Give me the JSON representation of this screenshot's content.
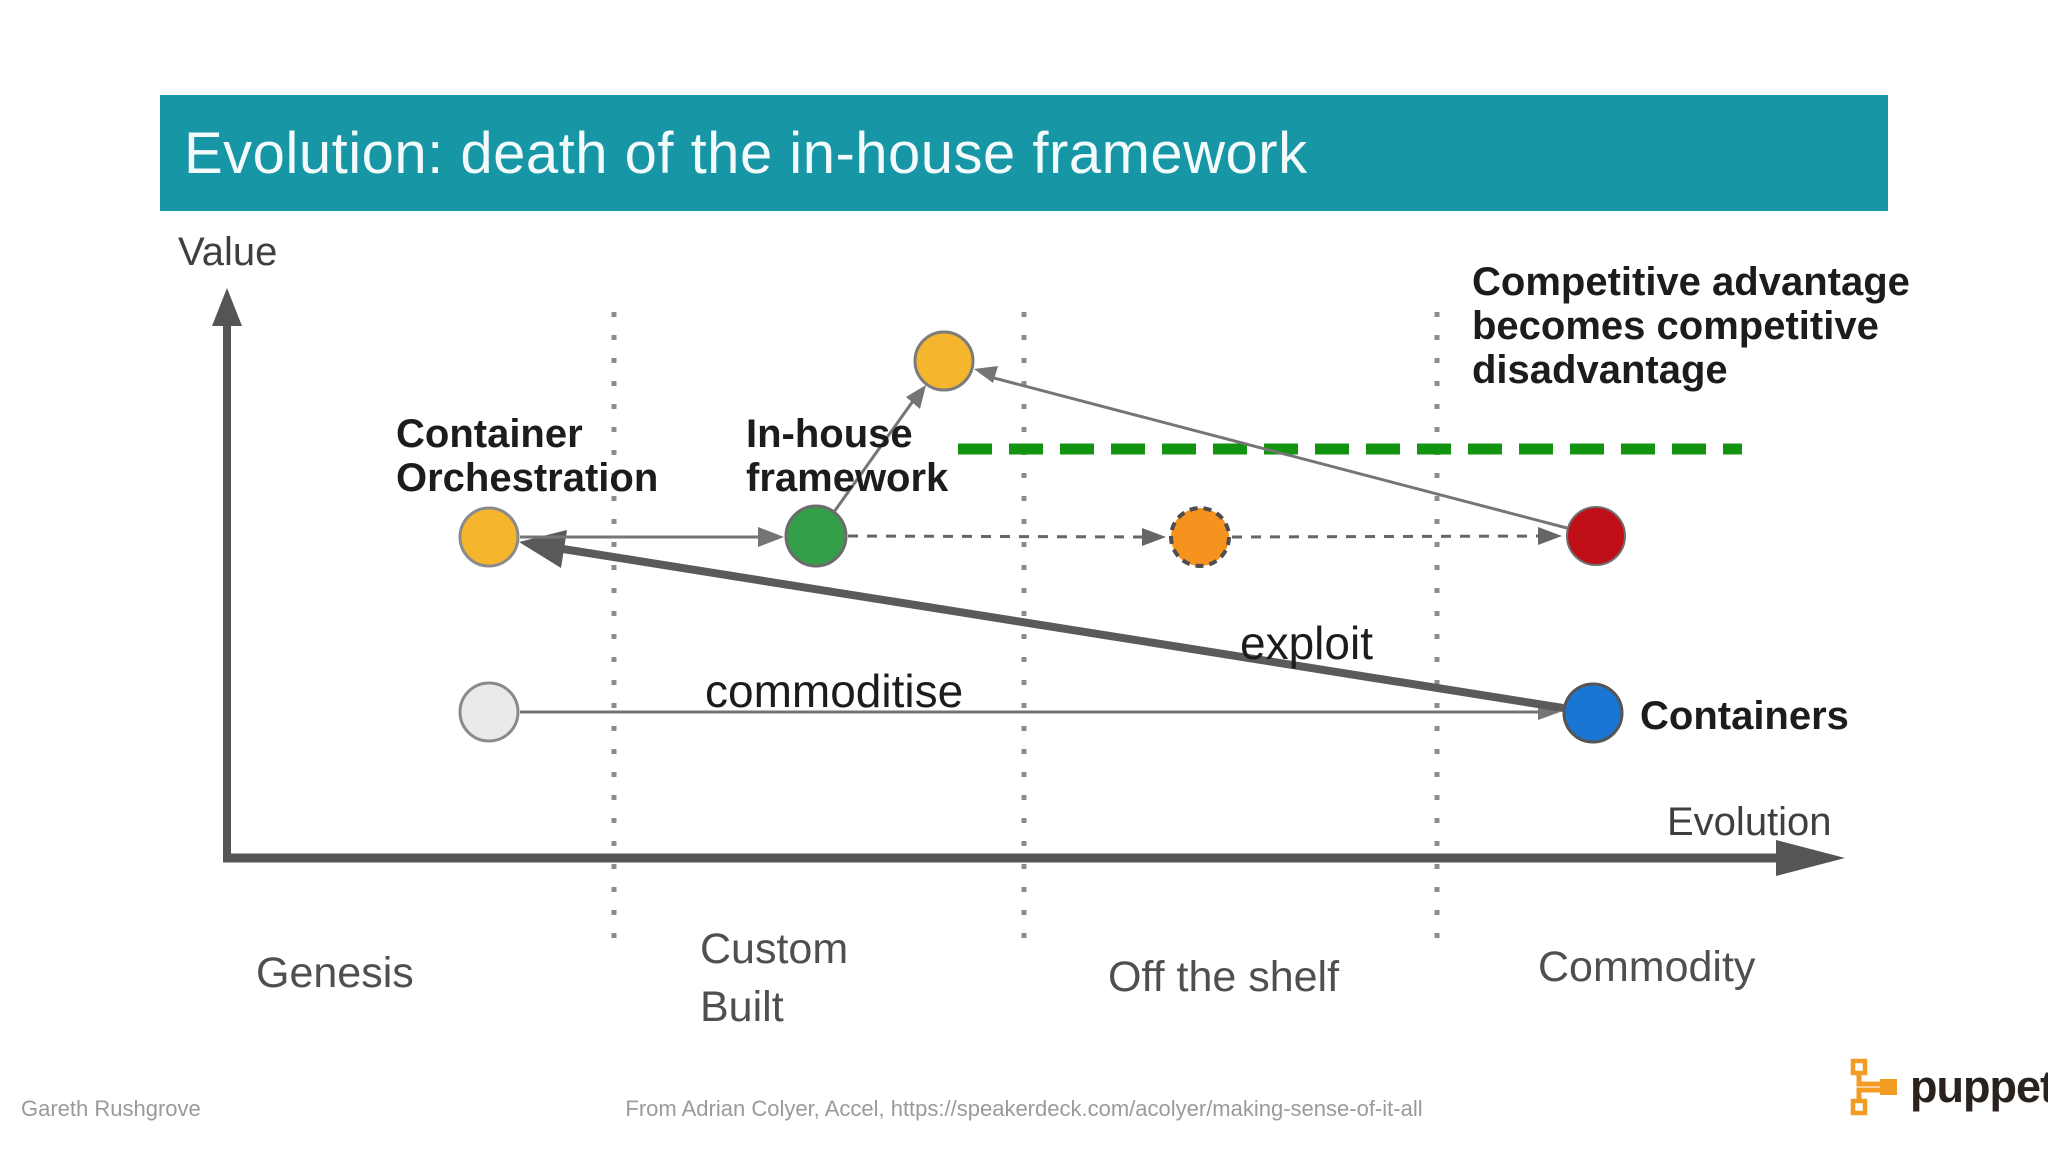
{
  "slide": {
    "title": "Evolution: death of the in-house framework",
    "footer": {
      "author": "Gareth Rushgrove",
      "attribution": "From Adrian Colyer,  Accel, https://speakerdeck.com/acolyer/making-sense-of-it-all",
      "brand": "puppet"
    }
  },
  "chart_data": {
    "type": "scatter",
    "title": "Evolution: death of the in-house framework",
    "xlabel": "Evolution",
    "ylabel": "Value",
    "x_stages": [
      "Genesis",
      "Custom Built",
      "Off the shelf",
      "Commodity"
    ],
    "grid": "dotted vertical separators between stages",
    "nodes": [
      {
        "id": "container-orchestration",
        "label": "Container Orchestration",
        "stage": "Genesis",
        "value": "high",
        "color": "#F5B62D",
        "outline": "solid"
      },
      {
        "id": "genesis-start",
        "label": "",
        "stage": "Genesis",
        "value": "low",
        "color": "#EAEAEA",
        "outline": "solid"
      },
      {
        "id": "in-house-framework",
        "label": "In-house framework",
        "stage": "Custom Built",
        "value": "high",
        "color": "#33A049",
        "outline": "solid"
      },
      {
        "id": "framework-peak",
        "label": "",
        "stage": "Custom Built",
        "value": "peak",
        "color": "#F5B62D",
        "outline": "solid"
      },
      {
        "id": "off-the-shelf-copy",
        "label": "",
        "stage": "Off the shelf",
        "value": "high",
        "color": "#F6921E",
        "outline": "dashed"
      },
      {
        "id": "commodity-copy",
        "label": "",
        "stage": "Commodity",
        "value": "high",
        "color": "#C00E18",
        "outline": "solid"
      },
      {
        "id": "containers",
        "label": "Containers",
        "stage": "Commodity",
        "value": "low",
        "color": "#1B76D3",
        "outline": "solid"
      }
    ],
    "edges": [
      {
        "from": "container-orchestration",
        "to": "in-house-framework",
        "style": "solid-thin-arrow"
      },
      {
        "from": "in-house-framework",
        "to": "framework-peak",
        "style": "solid-thin-arrow"
      },
      {
        "from": "commodity-copy",
        "to": "framework-peak",
        "style": "solid-thin-arrow"
      },
      {
        "from": "in-house-framework",
        "to": "off-the-shelf-copy",
        "style": "dashed-thin-arrow"
      },
      {
        "from": "off-the-shelf-copy",
        "to": "commodity-copy",
        "style": "dashed-thin-arrow"
      },
      {
        "from": "genesis-start",
        "to": "containers",
        "style": "solid-thin-arrow",
        "label": "commoditise"
      },
      {
        "from": "containers",
        "to": "container-orchestration",
        "style": "solid-thick-arrow",
        "label": "exploit"
      }
    ],
    "threshold": {
      "label": "Competitive advantage becomes competitive disadvantage",
      "style": "horizontal dashed line",
      "color": "#129412"
    },
    "flow_labels": [
      "commoditise",
      "exploit"
    ],
    "legend_position": "none"
  },
  "labels": {
    "value_axis": "Value",
    "evolution_axis": "Evolution",
    "stage_genesis": "Genesis",
    "stage_custom_built": "Custom\nBuilt",
    "stage_off_the_shelf": "Off the shelf",
    "stage_commodity": "Commodity",
    "node_container_orchestration": "Container\nOrchestration",
    "node_in_house_framework": "In-house\nframework",
    "node_containers": "Containers",
    "annotation_competitive": "Competitive advantage\nbecomes competitive\ndisadvantage",
    "flow_commoditise": "commoditise",
    "flow_exploit": "exploit"
  },
  "colors": {
    "header_teal": "#1796A6",
    "title_text": "#F2FAFB",
    "node_yellow": "#F5B62D",
    "node_green": "#33A049",
    "node_orange": "#F6921E",
    "node_red": "#C00E18",
    "node_blue": "#1B76D3",
    "node_gray": "#EAEAEA",
    "threshold_green": "#129412",
    "line_gray": "#757575",
    "axis_gray": "#555555",
    "puppet_orange": "#F29C24"
  }
}
